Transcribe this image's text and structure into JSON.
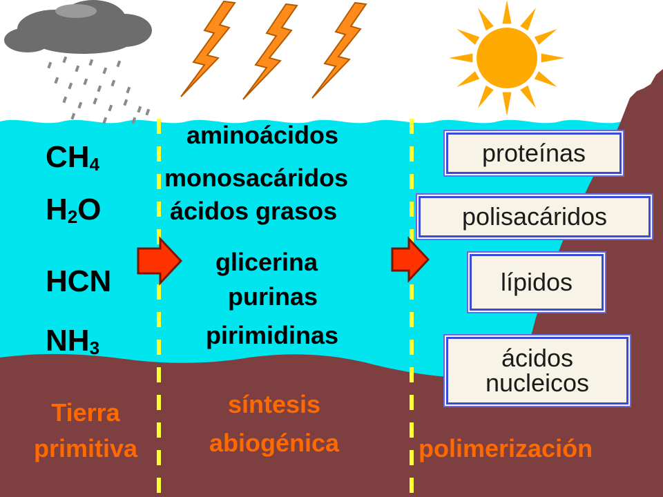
{
  "colors": {
    "sky": "#ffffff",
    "ocean": "#00e5ee",
    "earth": "#7d3f3f",
    "mountain": "#7d3f3f",
    "divider": "#ffff33",
    "arrow_fill": "#ff3300",
    "sun": "#ffaa00",
    "lightning": "#ff8c1a",
    "cloud": "#6d6d6d",
    "label_orange": "#ff6a00",
    "box_border": "#3a49d8",
    "box_fill": "#f7f3e6"
  },
  "molecules": {
    "ch4": {
      "base": "CH",
      "sub": "4"
    },
    "h2o": {
      "base1": "H",
      "sub": "2",
      "base2": "O"
    },
    "hcn": {
      "base": "HCN"
    },
    "nh3": {
      "base": "NH",
      "sub": "3"
    }
  },
  "middle_molecules": [
    "aminoácidos",
    "monosacáridos",
    "ácidos grasos",
    "glicerina",
    "purinas",
    "pirimidinas"
  ],
  "polymers": [
    "proteínas",
    "polisacáridos",
    "lípidos",
    "ácidos",
    "nucleicos"
  ],
  "stages": {
    "tierra_line1": "Tierra",
    "tierra_line2": "primitiva",
    "sintesis_line1": "síntesis",
    "sintesis_line2": "abiogénica",
    "polimerizacion": "polimerización"
  },
  "icons": [
    "rain-cloud-icon",
    "lightning-bolt-icon",
    "sun-icon",
    "arrow-right-icon"
  ]
}
